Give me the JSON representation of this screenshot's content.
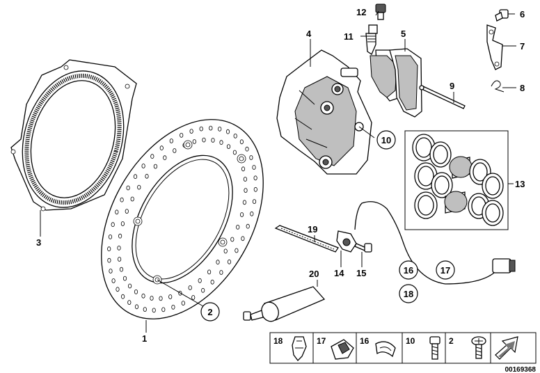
{
  "callouts": [
    {
      "id": "1",
      "text": "1"
    },
    {
      "id": "2",
      "text": "2"
    },
    {
      "id": "3",
      "text": "3"
    },
    {
      "id": "4",
      "text": "4"
    },
    {
      "id": "5",
      "text": "5"
    },
    {
      "id": "6",
      "text": "6"
    },
    {
      "id": "7",
      "text": "7"
    },
    {
      "id": "8",
      "text": "8"
    },
    {
      "id": "9",
      "text": "9"
    },
    {
      "id": "10",
      "text": "10"
    },
    {
      "id": "11",
      "text": "11"
    },
    {
      "id": "12",
      "text": "12"
    },
    {
      "id": "13",
      "text": "13"
    },
    {
      "id": "14",
      "text": "14"
    },
    {
      "id": "15",
      "text": "15"
    },
    {
      "id": "16",
      "text": "16"
    },
    {
      "id": "17",
      "text": "17"
    },
    {
      "id": "18",
      "text": "18"
    },
    {
      "id": "19",
      "text": "19"
    },
    {
      "id": "20",
      "text": "20"
    }
  ],
  "legend": [
    {
      "num": "18"
    },
    {
      "num": "17"
    },
    {
      "num": "16"
    },
    {
      "num": "10"
    },
    {
      "num": "2"
    }
  ],
  "diagram_number": "00169368"
}
